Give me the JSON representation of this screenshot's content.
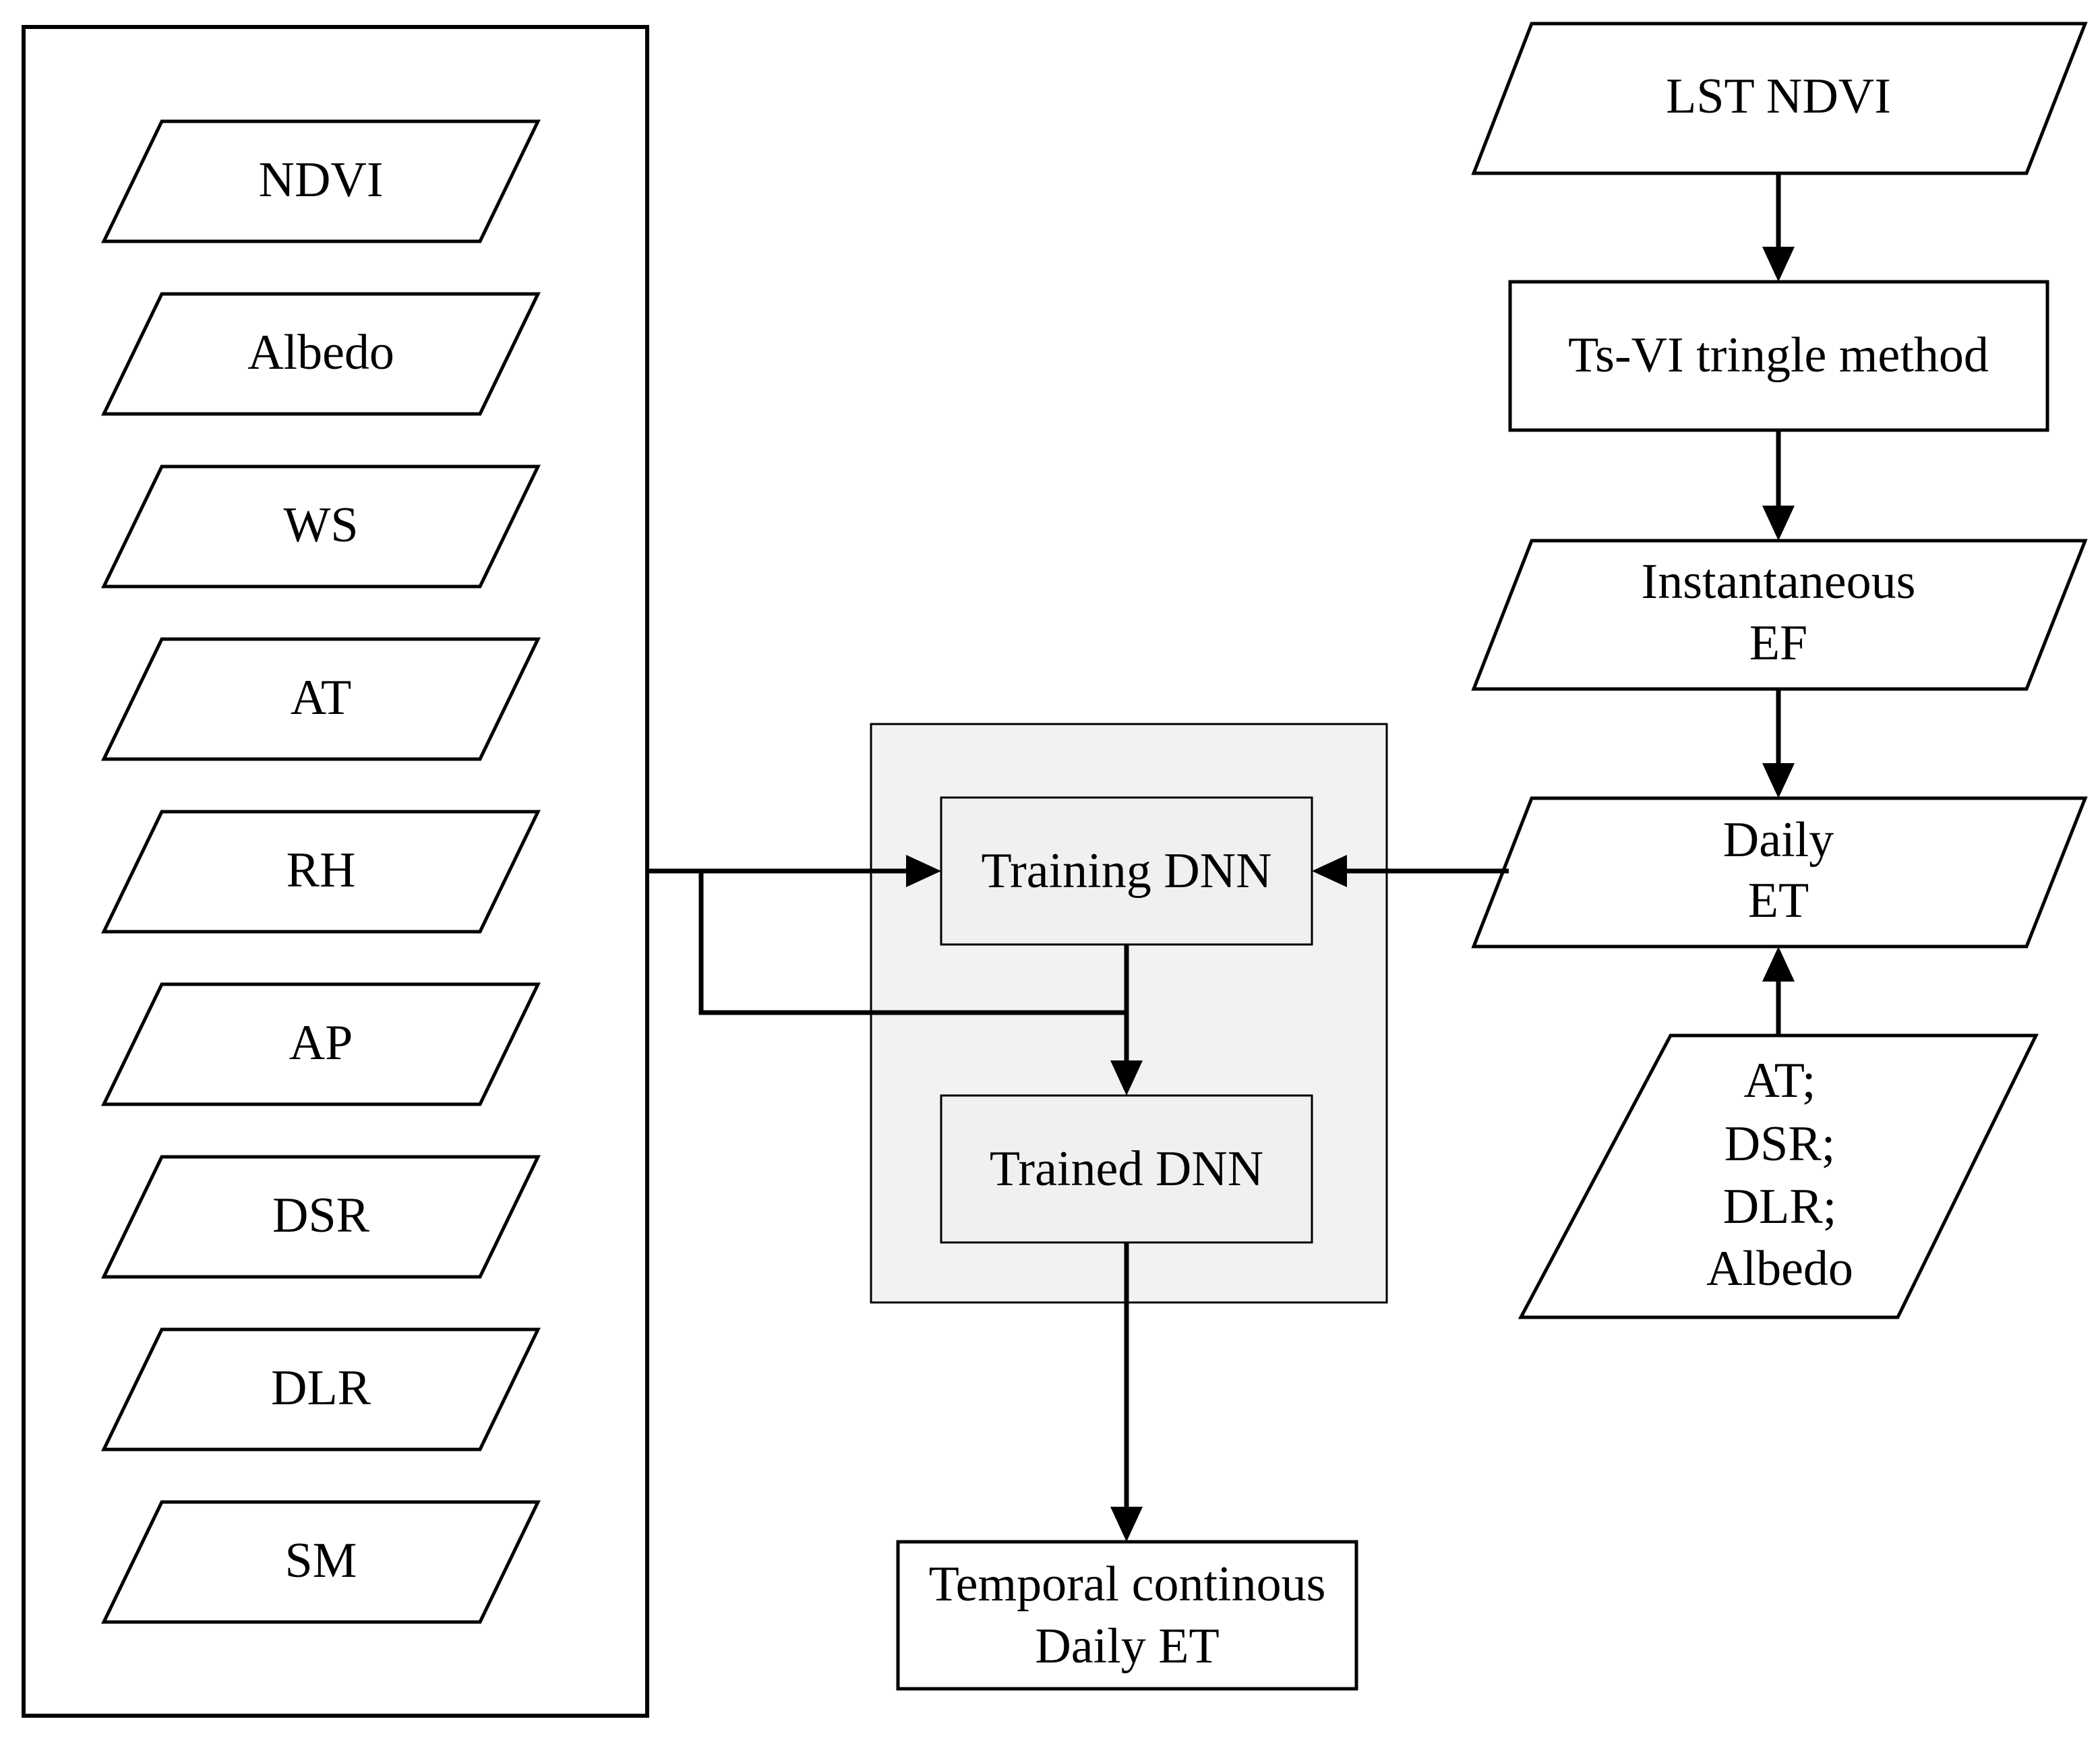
{
  "diagram": {
    "inputs": {
      "items": [
        "NDVI",
        "Albedo",
        "WS",
        "AT",
        "RH",
        "AP",
        "DSR",
        "DLR",
        "SM"
      ]
    },
    "ef_branch": {
      "lst_ndvi": "LST NDVI",
      "method": "Ts-VI tringle method",
      "instantaneous_ef": [
        "Instantaneous",
        "EF"
      ],
      "daily_et": [
        "Daily",
        "ET"
      ],
      "radiation_inputs": [
        "AT;",
        "DSR;",
        "DLR;",
        "Albedo"
      ]
    },
    "model": {
      "training": "Training DNN",
      "trained": "Trained DNN"
    },
    "output": [
      "Temporal continous",
      "Daily ET"
    ]
  }
}
